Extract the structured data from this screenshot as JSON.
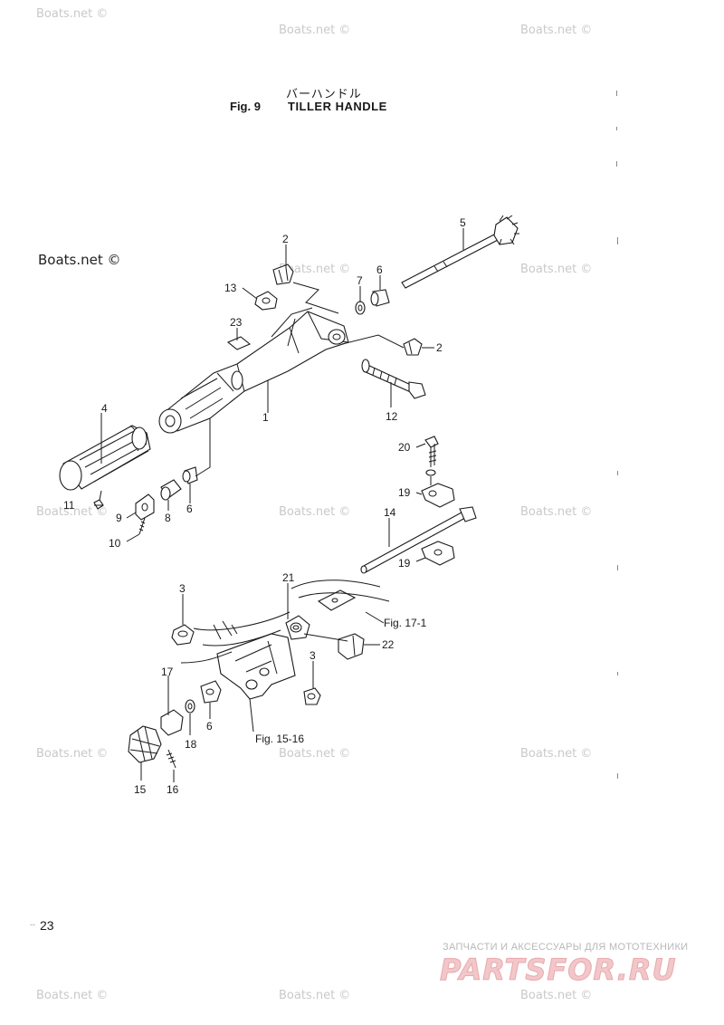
{
  "header": {
    "jp_title": "バーハンドル",
    "fig_label": "Fig. 9",
    "fig_title": "TILLER HANDLE"
  },
  "watermarks": {
    "light": "Boats.net ©",
    "dark": "Boats.net ©"
  },
  "parts": [
    {
      "number": "1"
    },
    {
      "number": "2"
    },
    {
      "number": "2"
    },
    {
      "number": "3"
    },
    {
      "number": "3"
    },
    {
      "number": "4"
    },
    {
      "number": "5"
    },
    {
      "number": "6"
    },
    {
      "number": "6"
    },
    {
      "number": "6"
    },
    {
      "number": "7"
    },
    {
      "number": "8"
    },
    {
      "number": "9"
    },
    {
      "number": "10"
    },
    {
      "number": "11"
    },
    {
      "number": "12"
    },
    {
      "number": "13"
    },
    {
      "number": "14"
    },
    {
      "number": "15"
    },
    {
      "number": "16"
    },
    {
      "number": "17"
    },
    {
      "number": "18"
    },
    {
      "number": "19"
    },
    {
      "number": "19"
    },
    {
      "number": "20"
    },
    {
      "number": "21"
    },
    {
      "number": "22"
    },
    {
      "number": "23"
    }
  ],
  "references": {
    "fig_17": "Fig. 17-1",
    "fig_15": "Fig. 15-16"
  },
  "footer": {
    "page_number": "23",
    "page_dash": "--",
    "brand_tagline": "ЗАПЧАСТИ И АКСЕССУАРЫ ДЛЯ МОТОТЕХНИКИ",
    "brand_logo": "PARTSFOR.RU"
  }
}
